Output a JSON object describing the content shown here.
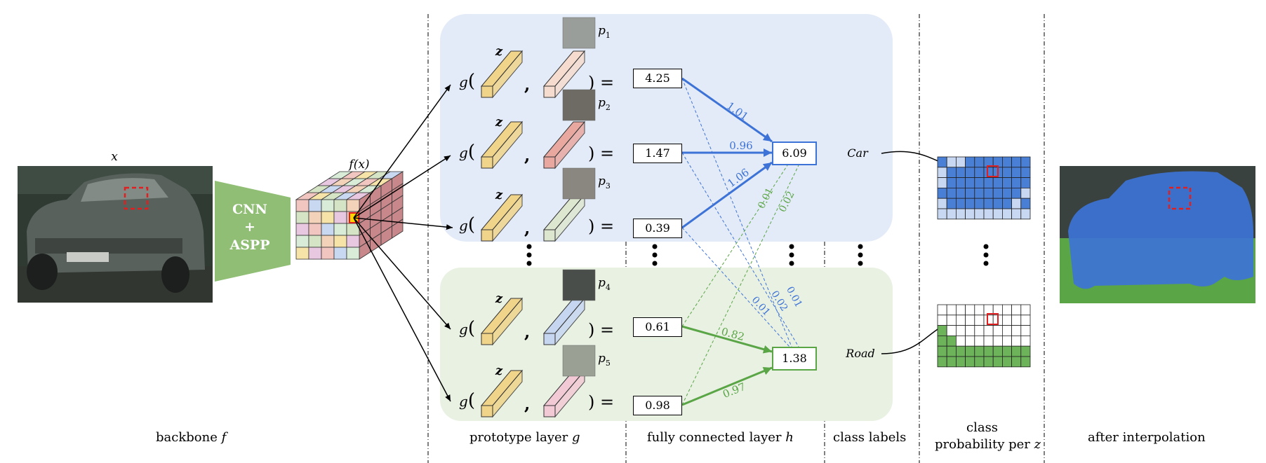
{
  "inputs": {
    "image_label": "x",
    "feature_label": "f(x)",
    "cnn_line1": "CNN",
    "cnn_line2": "+",
    "cnn_line3": "ASPP"
  },
  "prototype_layer": {
    "g_prefix": "g(",
    "z_label": "z",
    "comma": ",",
    "close": ") =",
    "prototypes": [
      {
        "label": "p",
        "sub": "1",
        "color": "#f5dccf"
      },
      {
        "label": "p",
        "sub": "2",
        "color": "#e8a8a0"
      },
      {
        "label": "p",
        "sub": "3",
        "color": "#dde6cf"
      },
      {
        "label": "p",
        "sub": "4",
        "color": "#c6d6f0"
      },
      {
        "label": "p",
        "sub": "5",
        "color": "#f2cad6"
      }
    ]
  },
  "similarity_values": [
    "4.25",
    "1.47",
    "0.39",
    "0.61",
    "0.98"
  ],
  "outputs": {
    "car_score": "6.09",
    "road_score": "1.38"
  },
  "weights": {
    "car": [
      "1.01",
      "0.96",
      "1.06"
    ],
    "car_cross": [
      "0.01",
      "0.02",
      "0.01"
    ],
    "road": [
      "0.82",
      "0.97"
    ],
    "road_cross": [
      "0.01",
      "0.02"
    ]
  },
  "class_labels": [
    "Car",
    "Road"
  ],
  "section_labels": {
    "backbone": "backbone",
    "backbone_var": "f",
    "prototype": "prototype layer",
    "prototype_var": "g",
    "fc": "fully connected layer",
    "fc_var": "h",
    "class_labels": "class labels",
    "class_prob_line1": "class",
    "class_prob_line2": "probability per",
    "class_prob_var": "z",
    "interp": "after interpolation"
  },
  "colors": {
    "car_blue": "#3d73d6",
    "road_green": "#5aa546",
    "car_panel": "#e4ebf8",
    "road_panel": "#e9f1e3",
    "cnn_green": "#8fbe74",
    "highlight_red": "#e02020"
  }
}
